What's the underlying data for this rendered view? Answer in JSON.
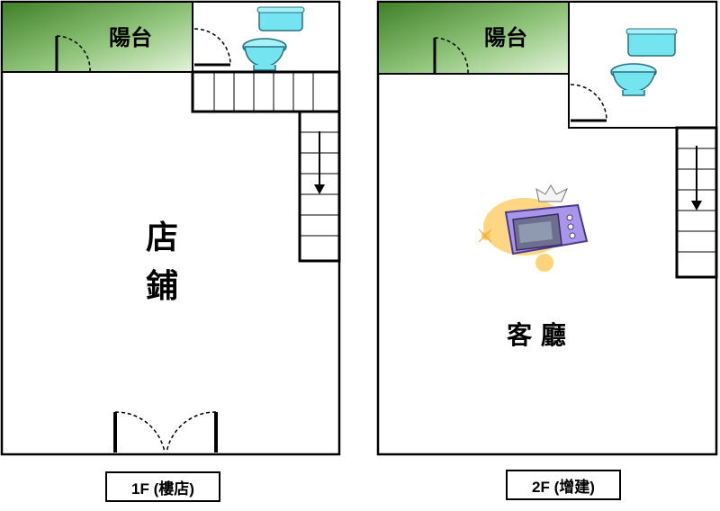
{
  "floor_1": {
    "caption": "1F (樓店)",
    "balcony_label": "陽台",
    "room_label_line1": "店",
    "room_label_line2": "鋪"
  },
  "floor_2": {
    "caption": "2F (增建)",
    "balcony_label": "陽台",
    "room_label": "客 廳"
  },
  "colors": {
    "balcony_dark": "#3f7f27",
    "balcony_light": "#d3ecc4",
    "wall": "#000000",
    "toilet": "#74e4f0",
    "microwave": "#a896ea",
    "splash": "#ffc85a"
  },
  "icons": [
    "toilet-icon",
    "microwave-icon",
    "stair-arrow-icon",
    "door-swing-icon"
  ]
}
